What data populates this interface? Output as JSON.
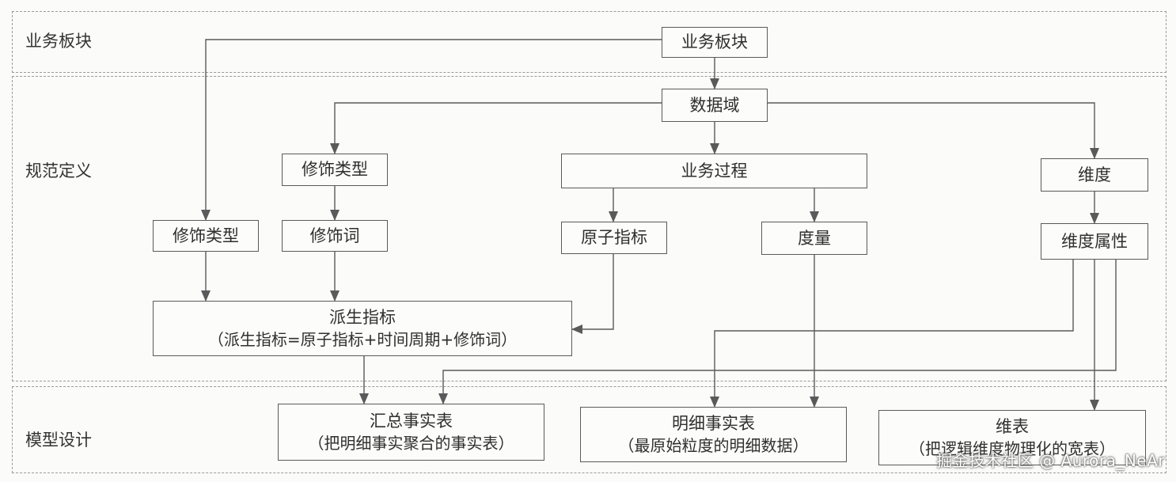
{
  "zones": {
    "business": "业务板块",
    "spec": "规范定义",
    "model": "模型设计"
  },
  "nodes": {
    "business_segment": "业务板块",
    "data_domain": "数据域",
    "modifier_type_a": "修饰类型",
    "modifier_type_b": "修饰类型",
    "business_process": "业务过程",
    "dimension": "维度",
    "modifier_word": "修饰词",
    "atomic_metric": "原子指标",
    "measure": "度量",
    "dimension_attr": "维度属性",
    "derived_metric": {
      "title": "派生指标",
      "sub": "（派生指标=原子指标+时间周期+修饰词）"
    },
    "summary_fact": {
      "title": "汇总事实表",
      "sub": "（把明细事实聚合的事实表）"
    },
    "detail_fact": {
      "title": "明细事实表",
      "sub": "（最原始粒度的明细数据）"
    },
    "dim_table": {
      "title": "维表",
      "sub": "（把逻辑维度物理化的宽表）"
    }
  },
  "watermark": "掘金技术社区 @ Aurora_NeAr",
  "colors": {
    "line": "#5a5a5a",
    "zone_border": "#9a9a9a",
    "background": "#fbfbfa"
  }
}
